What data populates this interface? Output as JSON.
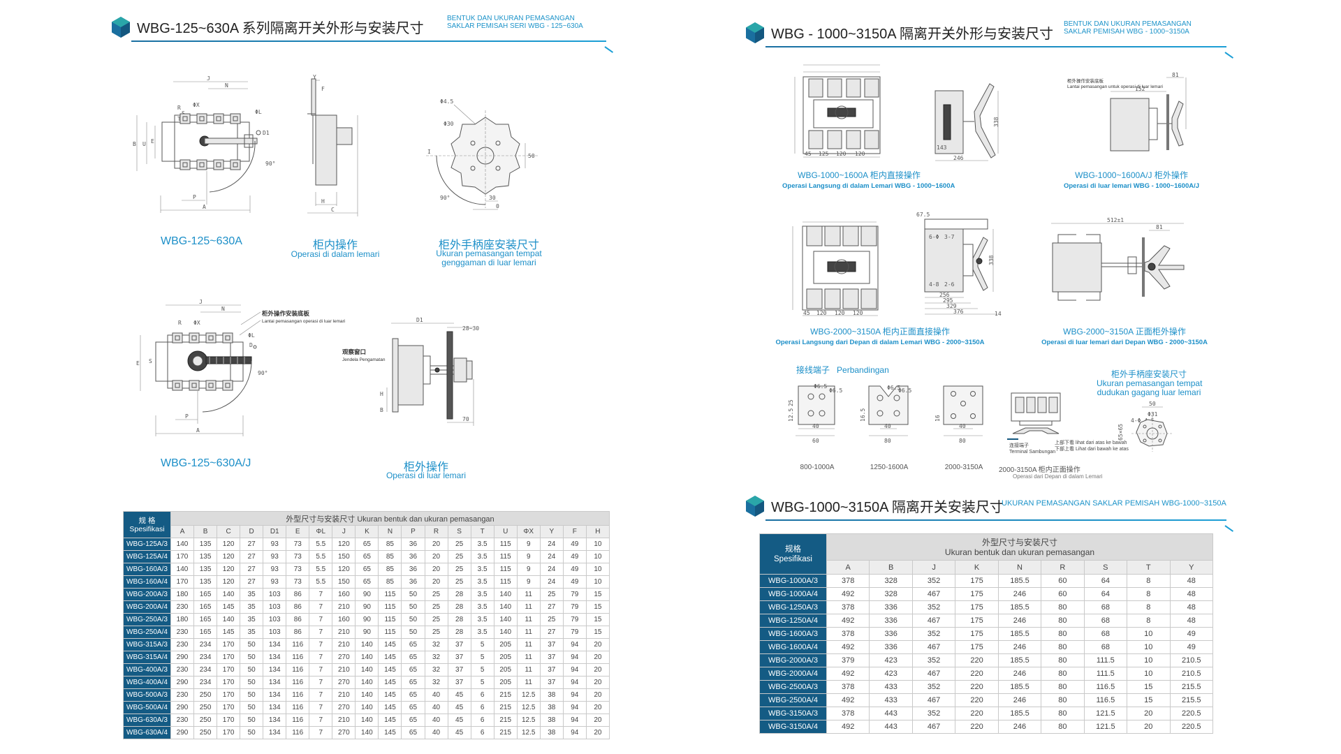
{
  "left": {
    "header": {
      "title": "WBG-125~630A 系列隔离开关外形与安装尺寸",
      "sub_line1": "BENTUK DAN UKURAN PEMASANGAN",
      "sub_line2": "SAKLAR PEMISAH SERI WBG - 125~630A"
    },
    "drawing1": {
      "caption": "WBG-125~630A",
      "labels": {
        "J": "J",
        "N": "N",
        "phiX": "ΦX",
        "phiL": "ΦL",
        "B": "B",
        "U": "U",
        "E": "E",
        "D1": "D1",
        "R": "R",
        "S": "S",
        "T": "T",
        "angle": "90°",
        "P": "P",
        "A": "A"
      }
    },
    "drawing2": {
      "caption_cn": "柜内操作",
      "caption_id": "Operasi di dalam lemari",
      "labels": {
        "Y": "Y",
        "F": "F",
        "H": "H",
        "C": "C"
      }
    },
    "drawing3": {
      "caption_cn": "柜外手柄座安装尺寸",
      "caption_id1": "Ukuran pemasangan tempat",
      "caption_id2": "genggaman di luar lemari",
      "labels": {
        "phi45": "Φ4.5",
        "phi30": "Φ30",
        "I": "I",
        "fifty": "50",
        "thirty": "30",
        "zero": "0",
        "ninety": "90°"
      }
    },
    "drawing4": {
      "caption": "WBG-125~630A/J",
      "note_cn": "柜外操作安装底板",
      "note_id": "Lantai pemasangan operasi di luar lemari",
      "labels": {
        "J": "J",
        "N": "N",
        "R": "R",
        "phiX": "ΦX",
        "phiL": "ΦL",
        "D": "D",
        "E": "E",
        "S": "S",
        "P": "P",
        "A": "A",
        "angle": "90°"
      }
    },
    "drawing5": {
      "caption_cn": "柜外操作",
      "caption_id": "Operasi di luar lemari",
      "window_cn": "观察窗口",
      "window_id": "Jendela Pengamatan",
      "labels": {
        "D1": "D1",
        "range": "28~30",
        "H": "H",
        "B": "B",
        "seventy": "70"
      }
    },
    "table": {
      "corner1": "规 格",
      "corner2": "Spesifikasi",
      "group": "外型尺寸与安装尺寸   Ukuran bentuk dan ukuran pemasangan",
      "columns": [
        "A",
        "B",
        "C",
        "D",
        "D1",
        "E",
        "ΦL",
        "J",
        "K",
        "N",
        "P",
        "R",
        "S",
        "T",
        "U",
        "ΦX",
        "Y",
        "F",
        "H"
      ],
      "rows": [
        {
          "name": "WBG-125A/3",
          "v": [
            "140",
            "135",
            "120",
            "27",
            "93",
            "73",
            "5.5",
            "120",
            "65",
            "85",
            "36",
            "20",
            "25",
            "3.5",
            "115",
            "9",
            "24",
            "49",
            "10"
          ]
        },
        {
          "name": "WBG-125A/4",
          "v": [
            "170",
            "135",
            "120",
            "27",
            "93",
            "73",
            "5.5",
            "150",
            "65",
            "85",
            "36",
            "20",
            "25",
            "3.5",
            "115",
            "9",
            "24",
            "49",
            "10"
          ]
        },
        {
          "name": "WBG-160A/3",
          "v": [
            "140",
            "135",
            "120",
            "27",
            "93",
            "73",
            "5.5",
            "120",
            "65",
            "85",
            "36",
            "20",
            "25",
            "3.5",
            "115",
            "9",
            "24",
            "49",
            "10"
          ]
        },
        {
          "name": "WBG-160A/4",
          "v": [
            "170",
            "135",
            "120",
            "27",
            "93",
            "73",
            "5.5",
            "150",
            "65",
            "85",
            "36",
            "20",
            "25",
            "3.5",
            "115",
            "9",
            "24",
            "49",
            "10"
          ]
        },
        {
          "name": "WBG-200A/3",
          "v": [
            "180",
            "165",
            "140",
            "35",
            "103",
            "86",
            "7",
            "160",
            "90",
            "115",
            "50",
            "25",
            "28",
            "3.5",
            "140",
            "11",
            "25",
            "79",
            "15"
          ]
        },
        {
          "name": "WBG-200A/4",
          "v": [
            "230",
            "165",
            "145",
            "35",
            "103",
            "86",
            "7",
            "210",
            "90",
            "115",
            "50",
            "25",
            "28",
            "3.5",
            "140",
            "11",
            "27",
            "79",
            "15"
          ]
        },
        {
          "name": "WBG-250A/3",
          "v": [
            "180",
            "165",
            "140",
            "35",
            "103",
            "86",
            "7",
            "160",
            "90",
            "115",
            "50",
            "25",
            "28",
            "3.5",
            "140",
            "11",
            "25",
            "79",
            "15"
          ]
        },
        {
          "name": "WBG-250A/4",
          "v": [
            "230",
            "165",
            "145",
            "35",
            "103",
            "86",
            "7",
            "210",
            "90",
            "115",
            "50",
            "25",
            "28",
            "3.5",
            "140",
            "11",
            "27",
            "79",
            "15"
          ]
        },
        {
          "name": "WBG-315A/3",
          "v": [
            "230",
            "234",
            "170",
            "50",
            "134",
            "116",
            "7",
            "210",
            "140",
            "145",
            "65",
            "32",
            "37",
            "5",
            "205",
            "11",
            "37",
            "94",
            "20"
          ]
        },
        {
          "name": "WBG-315A/4",
          "v": [
            "290",
            "234",
            "170",
            "50",
            "134",
            "116",
            "7",
            "270",
            "140",
            "145",
            "65",
            "32",
            "37",
            "5",
            "205",
            "11",
            "37",
            "94",
            "20"
          ]
        },
        {
          "name": "WBG-400A/3",
          "v": [
            "230",
            "234",
            "170",
            "50",
            "134",
            "116",
            "7",
            "210",
            "140",
            "145",
            "65",
            "32",
            "37",
            "5",
            "205",
            "11",
            "37",
            "94",
            "20"
          ]
        },
        {
          "name": "WBG-400A/4",
          "v": [
            "290",
            "234",
            "170",
            "50",
            "134",
            "116",
            "7",
            "270",
            "140",
            "145",
            "65",
            "32",
            "37",
            "5",
            "205",
            "11",
            "37",
            "94",
            "20"
          ]
        },
        {
          "name": "WBG-500A/3",
          "v": [
            "230",
            "250",
            "170",
            "50",
            "134",
            "116",
            "7",
            "210",
            "140",
            "145",
            "65",
            "40",
            "45",
            "6",
            "215",
            "12.5",
            "38",
            "94",
            "20"
          ]
        },
        {
          "name": "WBG-500A/4",
          "v": [
            "290",
            "250",
            "170",
            "50",
            "134",
            "116",
            "7",
            "270",
            "140",
            "145",
            "65",
            "40",
            "45",
            "6",
            "215",
            "12.5",
            "38",
            "94",
            "20"
          ]
        },
        {
          "name": "WBG-630A/3",
          "v": [
            "230",
            "250",
            "170",
            "50",
            "134",
            "116",
            "7",
            "210",
            "140",
            "145",
            "65",
            "40",
            "45",
            "6",
            "215",
            "12.5",
            "38",
            "94",
            "20"
          ]
        },
        {
          "name": "WBG-630A/4",
          "v": [
            "290",
            "250",
            "170",
            "50",
            "134",
            "116",
            "7",
            "270",
            "140",
            "145",
            "65",
            "40",
            "45",
            "6",
            "215",
            "12.5",
            "38",
            "94",
            "20"
          ]
        }
      ]
    }
  },
  "right": {
    "header": {
      "title": "WBG - 1000~3150A 隔离开关外形与安装尺寸",
      "sub_line1": "BENTUK DAN UKURAN PEMASANGAN",
      "sub_line2": "SAKLAR PEMISAH WBG - 1000~3150A"
    },
    "drawing1": {
      "caption_cn": "WBG-1000~1600A 柜内直接操作",
      "caption_id": "Operasi Langsung di dalam Lemari WBG - 1000~1600A",
      "dims": [
        "45",
        "125",
        "120",
        "120",
        "246",
        "143",
        "338"
      ]
    },
    "drawing2": {
      "caption_cn": "WBG-1000~1600A/J 柜外操作",
      "caption_id": "Operasi di luar lemari WBG - 1000~1600A/J",
      "note_cn": "柜外操作安装底板",
      "note_id": "Lantai pemasangan untuk operasi di luar lemari",
      "dims": [
        "81",
        "152"
      ]
    },
    "drawing3": {
      "caption_cn": "WBG-2000~3150A   柜内正面直接操作",
      "caption_id": "Operasi Langsung dari Depan di dalam Lemari WBG - 2000~3150A",
      "dims": [
        "45",
        "120",
        "120",
        "120",
        "67.5",
        "6-Φ",
        "3-7",
        "4-8",
        "2-6",
        "256",
        "295",
        "329",
        "376",
        "14",
        "338"
      ]
    },
    "drawing4": {
      "caption_cn": "WBG-2000~3150A   正面柜外操作",
      "caption_id": "Operasi di luar lemari dari Depan WBG - 2000~3150A",
      "dims": [
        "512±1",
        "81"
      ]
    },
    "terminals": {
      "title_cn": "接线端子",
      "title_id": "Perbandingan",
      "items": [
        {
          "label": "800-1000A",
          "dims": [
            "Φ6.5",
            "Φ6.5",
            "60",
            "40",
            "12.5",
            "25"
          ]
        },
        {
          "label": "1250-1600A",
          "dims": [
            "Φ6.5",
            "Φ6.5",
            "40",
            "80",
            "16.5"
          ]
        },
        {
          "label": "2000-3150A",
          "dims": [
            "40",
            "80",
            "16"
          ]
        },
        {
          "label": "2000-3150A  柜内正面操作",
          "sub": "Operasi dari Depan di dalam Lemari"
        }
      ],
      "legend": [
        {
          "cn": "连接端子",
          "id": "Terminal Sambungan"
        },
        {
          "cn": "上部下看",
          "id": "lihat dari atas ke bawah"
        },
        {
          "cn": "下部上看",
          "id": "Lihat dari bawah ke atas"
        }
      ]
    },
    "handle_seat": {
      "title_cn": "柜外手柄座安装尺寸",
      "title_id1": "Ukuran pemasangan tempat",
      "title_id2": "dudukan gagang luar lemari",
      "dims": [
        "50",
        "Φ31",
        "4-Φ 4.5",
        "65×65"
      ]
    },
    "header2": {
      "title": "WBG-1000~3150A 隔离开关安装尺寸",
      "sub": "UKURAN PEMASANGAN SAKLAR PEMISAH WBG-1000~3150A"
    },
    "table": {
      "corner1": "规格",
      "corner2": "Spesifikasi",
      "group1": "外型尺寸与安装尺寸",
      "group2": "Ukuran bentuk dan ukuran pemasangan",
      "columns": [
        "A",
        "B",
        "J",
        "K",
        "N",
        "R",
        "S",
        "T",
        "Y"
      ],
      "rows": [
        {
          "name": "WBG-1000A/3",
          "v": [
            "378",
            "328",
            "352",
            "175",
            "185.5",
            "60",
            "64",
            "8",
            "48"
          ]
        },
        {
          "name": "WBG-1000A/4",
          "v": [
            "492",
            "328",
            "467",
            "175",
            "246",
            "60",
            "64",
            "8",
            "48"
          ]
        },
        {
          "name": "WBG-1250A/3",
          "v": [
            "378",
            "336",
            "352",
            "175",
            "185.5",
            "80",
            "68",
            "8",
            "48"
          ]
        },
        {
          "name": "WBG-1250A/4",
          "v": [
            "492",
            "336",
            "467",
            "175",
            "246",
            "80",
            "68",
            "8",
            "48"
          ]
        },
        {
          "name": "WBG-1600A/3",
          "v": [
            "378",
            "336",
            "352",
            "175",
            "185.5",
            "80",
            "68",
            "10",
            "49"
          ]
        },
        {
          "name": "WBG-1600A/4",
          "v": [
            "492",
            "336",
            "467",
            "175",
            "246",
            "80",
            "68",
            "10",
            "49"
          ]
        },
        {
          "name": "WBG-2000A/3",
          "v": [
            "379",
            "423",
            "352",
            "220",
            "185.5",
            "80",
            "111.5",
            "10",
            "210.5"
          ]
        },
        {
          "name": "WBG-2000A/4",
          "v": [
            "492",
            "423",
            "467",
            "220",
            "246",
            "80",
            "111.5",
            "10",
            "210.5"
          ]
        },
        {
          "name": "WBG-2500A/3",
          "v": [
            "378",
            "433",
            "352",
            "220",
            "185.5",
            "80",
            "116.5",
            "15",
            "215.5"
          ]
        },
        {
          "name": "WBG-2500A/4",
          "v": [
            "492",
            "433",
            "467",
            "220",
            "246",
            "80",
            "116.5",
            "15",
            "215.5"
          ]
        },
        {
          "name": "WBG-3150A/3",
          "v": [
            "378",
            "443",
            "352",
            "220",
            "185.5",
            "80",
            "121.5",
            "20",
            "220.5"
          ]
        },
        {
          "name": "WBG-3150A/4",
          "v": [
            "492",
            "443",
            "467",
            "220",
            "246",
            "80",
            "121.5",
            "20",
            "220.5"
          ]
        }
      ]
    }
  },
  "colors": {
    "accent": "#1c8fc8",
    "header_blue": "#145b84",
    "line": "#1c9fd6"
  }
}
